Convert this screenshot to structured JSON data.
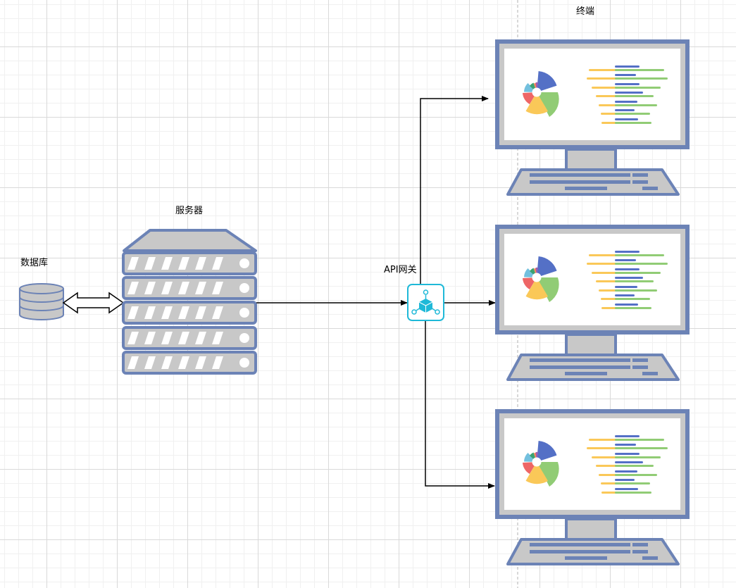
{
  "labels": {
    "database": "数据库",
    "server": "服务器",
    "gateway": "API网关",
    "terminals": "终端"
  }
}
